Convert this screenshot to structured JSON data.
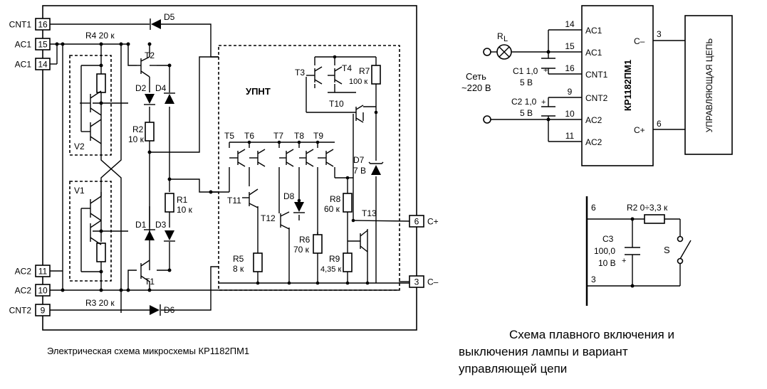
{
  "left_schematic": {
    "pins": [
      {
        "num": "16",
        "name": "CNT1"
      },
      {
        "num": "15",
        "name": "AC1"
      },
      {
        "num": "14",
        "name": "AC1"
      },
      {
        "num": "11",
        "name": "AC2"
      },
      {
        "num": "10",
        "name": "AC2"
      },
      {
        "num": "9",
        "name": "CNT2"
      },
      {
        "num": "6",
        "name": "C+"
      },
      {
        "num": "3",
        "name": "C–"
      }
    ],
    "components": {
      "D5": "D5",
      "D6": "D6",
      "R4": "R4 20 к",
      "R3": "R3 20 к",
      "V1": "V1",
      "V2": "V2",
      "T1": "T1",
      "T2": "T2",
      "D1": "D1",
      "D2": "D2",
      "D3": "D3",
      "D4": "D4",
      "R2_name": "R2",
      "R2_val": "10 к",
      "R1_name": "R1",
      "R1_val": "10 к",
      "upnt": "УПНТ",
      "T3": "T3",
      "T4": "T4",
      "T5": "T5",
      "T6": "T6",
      "T7": "T7",
      "T8": "T8",
      "T9": "T9",
      "T10": "T10",
      "T11": "T11",
      "T12": "T12",
      "T13": "T13",
      "R7_name": "R7",
      "R7_val": "100 к",
      "D7_name": "D7",
      "D7_val": "7 В",
      "D8": "D8",
      "R8_name": "R8",
      "R8_val": "60 к",
      "R6_name": "R6",
      "R6_val": "70 к",
      "R5_name": "R5",
      "R5_val": "8 к",
      "R9_name": "R9",
      "R9_val": "4,35 к"
    },
    "caption": "Электрическая схема микросхемы КР1182ПМ1"
  },
  "right_schematic": {
    "chip_name": "КР1182ПМ1",
    "chip_pins_left": [
      {
        "num": "14",
        "name": "AC1"
      },
      {
        "num": "15",
        "name": "AC1"
      },
      {
        "num": "16",
        "name": "CNT1"
      },
      {
        "num": "9",
        "name": "CNT2"
      },
      {
        "num": "10",
        "name": "AC2"
      },
      {
        "num": "11",
        "name": "AC2"
      }
    ],
    "chip_pins_right": [
      {
        "num": "3",
        "name": "C–"
      },
      {
        "num": "6",
        "name": "C+"
      }
    ],
    "lamp_label": "R",
    "lamp_sub": "L",
    "mains_line1": "Сеть",
    "mains_line2": "~220 В",
    "c1_line1": "C1 1,0",
    "c1_line2": "5 В",
    "c2_line1": "C2 1,0",
    "c2_line2": "5 В",
    "control_circuit": "УПРАВЛЯЮЩАЯ ЦЕПЬ",
    "variant": {
      "pin6": "6",
      "pin3": "3",
      "r2": "R2 0÷3,3 к",
      "c3_line1": "C3",
      "c3_line2": "100,0",
      "c3_line3": "10 В",
      "switch": "S"
    },
    "caption_lines": [
      "Схема плавного включения и",
      "выключения лампы  и вариант",
      "управляющей цепи"
    ]
  }
}
